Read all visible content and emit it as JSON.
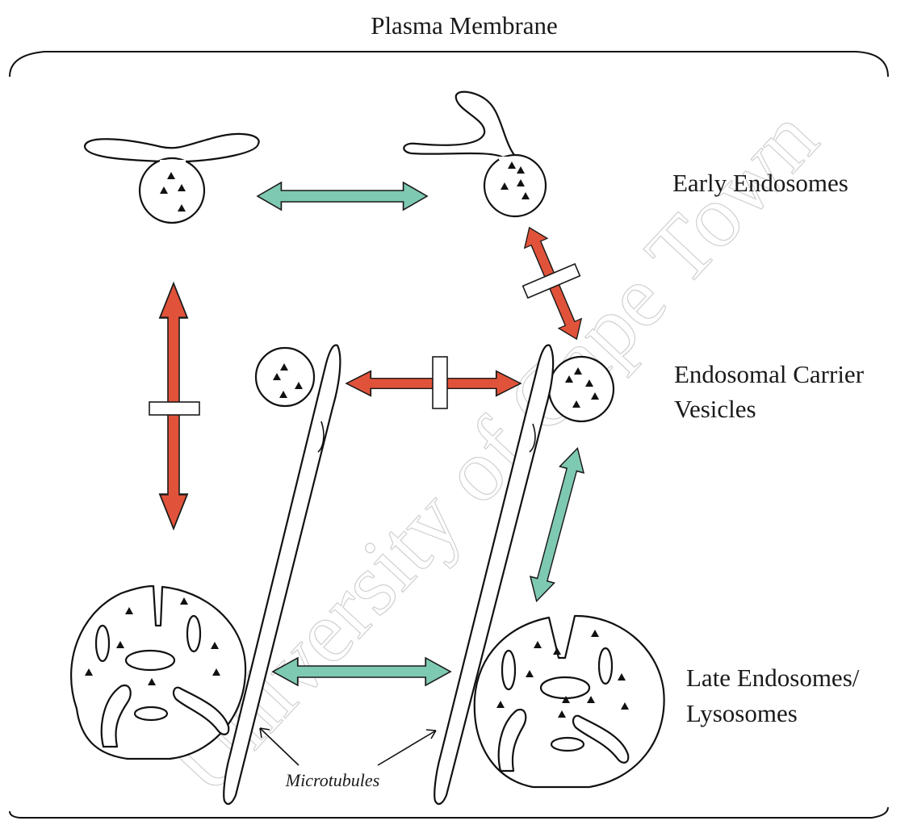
{
  "title": "Plasma Membrane",
  "labels": {
    "early_endosomes": "Early Endosomes",
    "carrier_vesicles_line1": "Endosomal Carrier",
    "carrier_vesicles_line2": "Vesicles",
    "late_endosomes_line1": "Late Endosomes/",
    "late_endosomes_line2": "Lysosomes",
    "microtubules": "Microtubules"
  },
  "watermark": "University of Cape Town",
  "colors": {
    "red_arrow": "#e0533a",
    "teal_arrow": "#7ec9b2",
    "outline": "#111111"
  }
}
